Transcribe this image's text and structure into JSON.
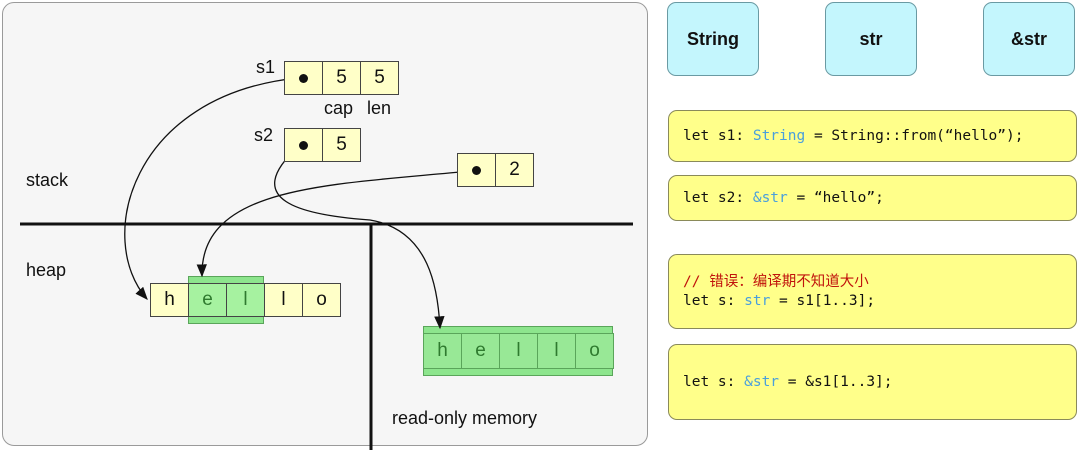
{
  "diagram": {
    "region_labels": {
      "stack": "stack",
      "heap": "heap",
      "readonly": "read-only memory"
    },
    "s1": {
      "name": "s1",
      "cap": "5",
      "len": "5",
      "cap_label": "cap",
      "len_label": "len"
    },
    "s2": {
      "name": "s2",
      "len": "5"
    },
    "slice": {
      "len": "2"
    },
    "heap_string": [
      "h",
      "e",
      "l",
      "l",
      "o"
    ],
    "readonly_string": [
      "h",
      "e",
      "l",
      "l",
      "o"
    ]
  },
  "types": [
    "String",
    "str",
    "&str"
  ],
  "code": {
    "line1": {
      "pre": "let s1: ",
      "type": "String",
      "post": " = String::from(“hello”);"
    },
    "line2": {
      "pre": "let s2: ",
      "type": "&str",
      "post": " = “hello”;"
    },
    "line3": {
      "comment": "// 错误：编译期不知道大小",
      "pre": "let s: ",
      "type": "str",
      "post": " = s1[1..3];"
    },
    "line4": {
      "pre": "let s: ",
      "type": "&str",
      "post": " = &s1[1..3];"
    }
  },
  "colors": {
    "pointer_cell": "#ffffc8",
    "slice_highlight": "#8de58d",
    "type_box": "#c4f6fd",
    "code_box": "#ffff8a",
    "type_keyword": "#4a9fdc",
    "comment": "#c0130c"
  }
}
